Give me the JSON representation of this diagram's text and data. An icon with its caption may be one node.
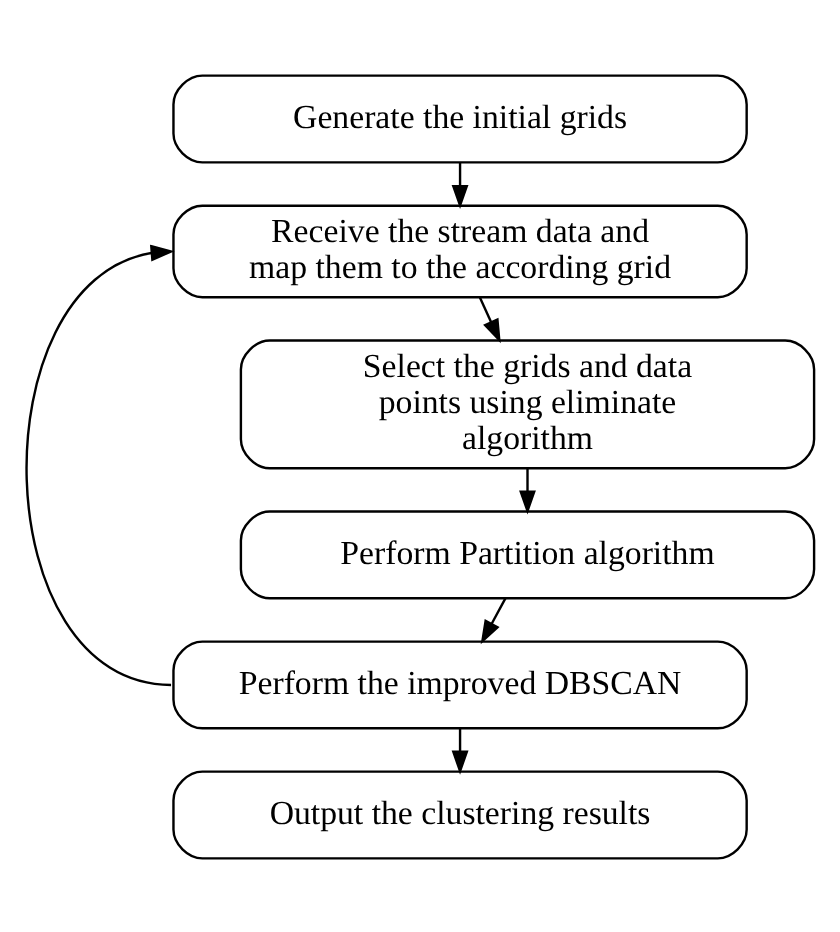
{
  "diagram": {
    "nodes": [
      {
        "text": [
          "Generate the initial grids"
        ]
      },
      {
        "text": [
          "Receive the stream data and map them to the according grid"
        ]
      },
      {
        "text": [
          "Select the grids and data points using eliminate algorithm"
        ]
      },
      {
        "text": [
          "Perform Partition algorithm"
        ]
      },
      {
        "text": [
          "Perform the improved DBSCAN"
        ]
      },
      {
        "text": [
          "Output the clustering results"
        ]
      }
    ],
    "edges": [
      {
        "from": 0,
        "to": 1,
        "arrow": "to"
      },
      {
        "from": 1,
        "to": 2,
        "arrow": "to"
      },
      {
        "from": 2,
        "to": 3,
        "arrow": "to"
      },
      {
        "from": 3,
        "to": 4,
        "arrow": "to"
      },
      {
        "from": 4,
        "to": 5,
        "arrow": "to"
      },
      {
        "from": 4,
        "to": 1,
        "arrow": "to"
      }
    ]
  }
}
